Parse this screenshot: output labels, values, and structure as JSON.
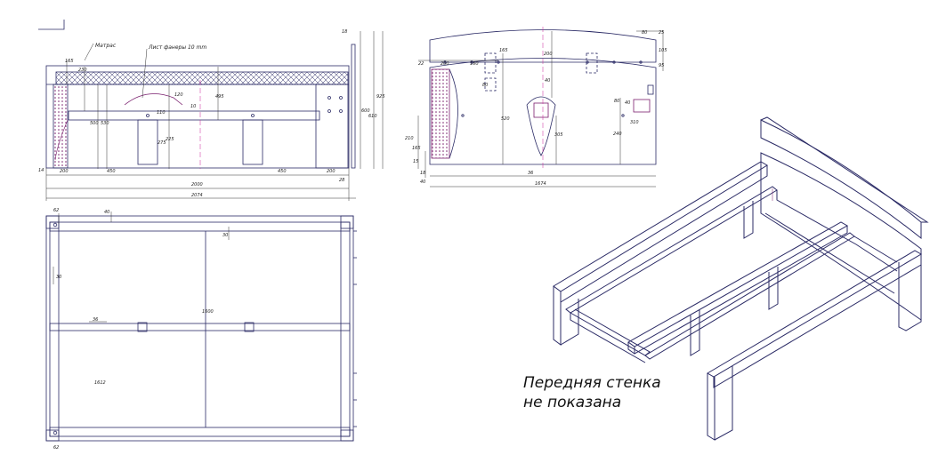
{
  "labels": {
    "mattress": "Матрас",
    "plywood": "Лист фанеры 10 mm",
    "note_line1": "Передняя стенка",
    "note_line2": "не показана"
  },
  "colors": {
    "line": "#2b2b66",
    "dimension": "#333333",
    "centerline": "#cc2299",
    "accent": "#7a1f6e"
  },
  "dims": {
    "side": {
      "d165": "165",
      "d230": "230",
      "d200_left": "200",
      "d450_left": "450",
      "d2000": "2000",
      "d2074": "2074",
      "d450_right": "450",
      "d200_right": "200",
      "d500": "500",
      "d530": "530",
      "d120": "120",
      "d110": "110",
      "d10": "10",
      "d275": "275",
      "d225": "225",
      "d495": "495",
      "d18": "18",
      "d600": "600",
      "d610": "610",
      "d925": "925",
      "d28": "28",
      "d14": "14"
    },
    "head": {
      "d22": "22",
      "d200": "200",
      "d160": "160",
      "d165": "165",
      "d80_left": "80",
      "d200_v": "200",
      "d40": "40",
      "d520": "520",
      "d305": "305",
      "d80_right": "80",
      "d40_right": "40",
      "d310": "310",
      "d240": "240",
      "d210": "210",
      "d165_low": "165",
      "d15": "15",
      "d18": "18",
      "d40_low": "40",
      "d36": "36",
      "d1674": "1674",
      "d25": "25",
      "d105": "105",
      "d95": "95"
    },
    "plan": {
      "d62_top": "62",
      "d40": "40",
      "d30_right": "30",
      "d30_left": "30",
      "d36": "36",
      "d1600": "1600",
      "d1612": "1612",
      "d62_bottom": "62"
    }
  }
}
